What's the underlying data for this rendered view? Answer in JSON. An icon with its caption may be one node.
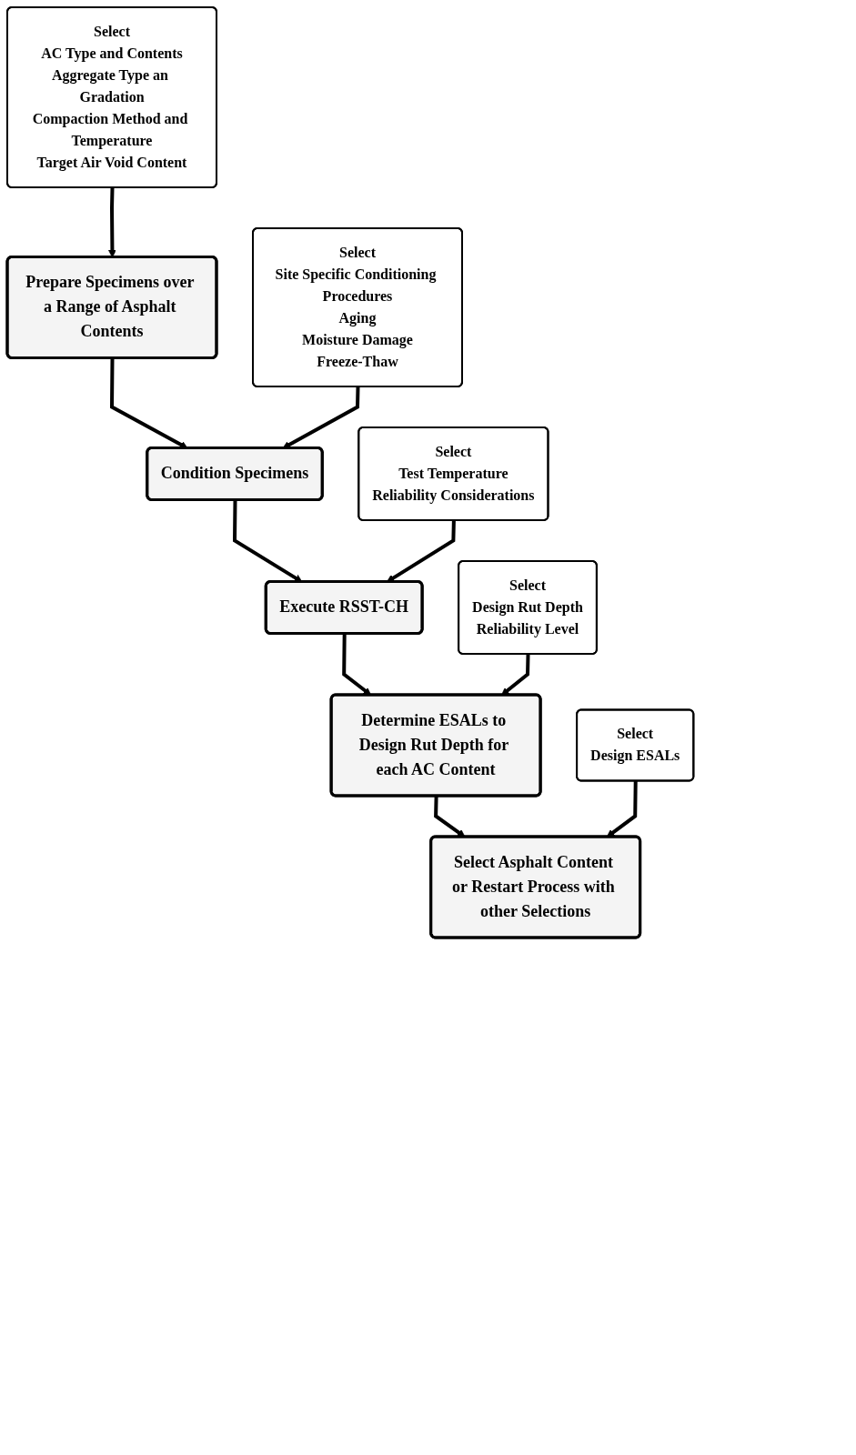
{
  "diagram": {
    "nodes": [
      {
        "text": [
          "Select",
          "AC Type and Contents",
          "Aggregate Type an Gradation",
          "Compaction Method and Temperature",
          "Target Air Void Content"
        ]
      },
      {
        "text": [
          "Prepare Specimens over a Range of Asphalt Contents"
        ]
      },
      {
        "text": [
          "Select",
          "Site Specific Conditioning Procedures",
          "Aging",
          "Moisture Damage",
          "Freeze-Thaw"
        ]
      },
      {
        "text": [
          "Condition Specimens"
        ]
      },
      {
        "text": [
          "Select",
          "Test Temperature",
          "Reliability Considerations"
        ]
      },
      {
        "text": [
          "Execute RSST-CH"
        ]
      },
      {
        "text": [
          "Select",
          "Design Rut Depth",
          "Reliability Level"
        ]
      },
      {
        "text": [
          "Determine ESALs to Design Rut Depth for each AC Content"
        ]
      },
      {
        "text": [
          "Select",
          "Design ESALs"
        ]
      },
      {
        "text": [
          "Select Asphalt Content or Restart Process with other Selections"
        ]
      }
    ],
    "edges": [
      {
        "from": 0,
        "to": 1,
        "arrow": "to"
      },
      {
        "from": 1,
        "to": 3,
        "arrow": "to"
      },
      {
        "from": 2,
        "to": 3,
        "arrow": "to"
      },
      {
        "from": 3,
        "to": 5,
        "arrow": "to"
      },
      {
        "from": 4,
        "to": 5,
        "arrow": "to"
      },
      {
        "from": 5,
        "to": 7,
        "arrow": "to"
      },
      {
        "from": 6,
        "to": 7,
        "arrow": "to"
      },
      {
        "from": 7,
        "to": 9,
        "arrow": "to"
      },
      {
        "from": 8,
        "to": 9,
        "arrow": "to"
      }
    ]
  }
}
